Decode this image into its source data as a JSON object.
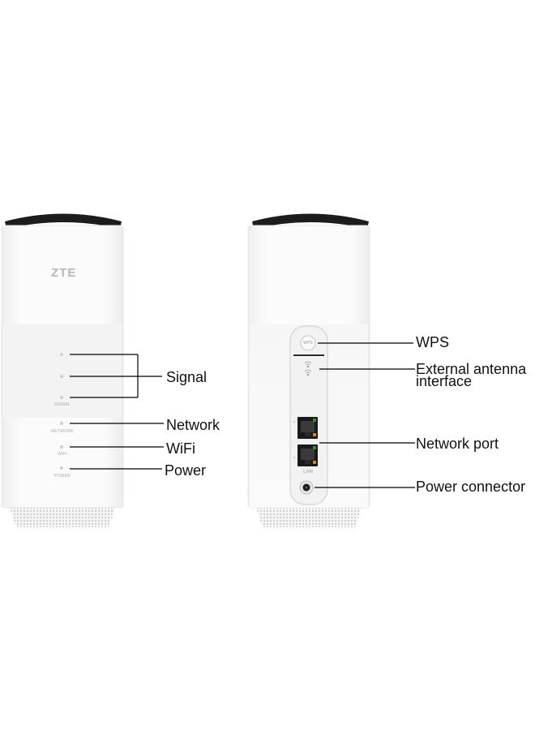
{
  "front_device": {
    "logo": "ZTE",
    "led_labels": {
      "signal": "SIGNAL",
      "network": "NETWORK",
      "wifi": "WIFI",
      "power": "POWER"
    }
  },
  "back_device": {
    "wps_button_text": "WPS",
    "lan_text": "LAN"
  },
  "callouts": {
    "signal": "Signal",
    "network": "Network",
    "wifi": "WiFi",
    "power": "Power",
    "wps": "WPS",
    "external_antenna_line1": "External antenna",
    "external_antenna_line2": "interface",
    "network_port": "Network port",
    "power_connector": "Power connector"
  },
  "colors": {
    "device_body": "#fbfbfb",
    "device_shadow": "#ececec",
    "grille": "#1a1a1a",
    "line": "#000000"
  }
}
